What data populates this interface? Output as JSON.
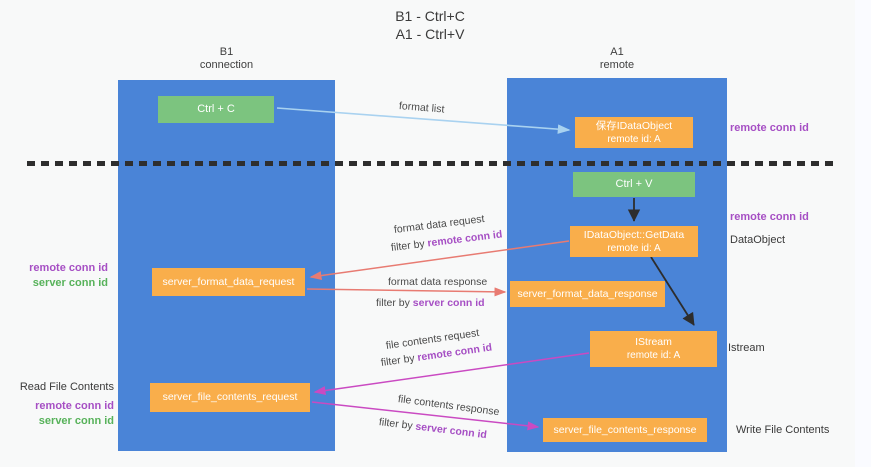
{
  "title": {
    "line1": "B1 - Ctrl+C",
    "line2": "A1 - Ctrl+V"
  },
  "lifelines": {
    "left": {
      "name": "B1",
      "role": "connection"
    },
    "right": {
      "name": "A1",
      "role": "remote"
    }
  },
  "nodes": {
    "ctrl_c": {
      "label": "Ctrl + C"
    },
    "ctrl_v": {
      "label": "Ctrl + V"
    },
    "save_dataobject": {
      "line1": "保存IDataObject",
      "line2": "remote id: A"
    },
    "getdata": {
      "line1": "IDataObject::GetData",
      "line2": "remote id: A"
    },
    "istream": {
      "line1": "IStream",
      "line2": "remote id: A"
    },
    "format_request": {
      "label": "server_format_data_request"
    },
    "format_response": {
      "label": "server_format_data_response"
    },
    "file_request": {
      "label": "server_file_contents_request"
    },
    "file_response": {
      "label": "server_file_contents_response"
    }
  },
  "flow_labels": {
    "format_list": "format list",
    "format_data_request": "format data request",
    "filter_remote_1": {
      "prefix": "filter by ",
      "highlight": "remote conn id"
    },
    "format_data_response": "format data response",
    "filter_server_1": {
      "prefix": "filter by ",
      "highlight": "server conn id"
    },
    "file_contents_request": "file contents request",
    "filter_remote_2": {
      "prefix": "filter by ",
      "highlight": "remote conn id"
    },
    "file_contents_response": "file contents response",
    "filter_server_2": {
      "prefix": "filter by ",
      "highlight": "server conn id"
    }
  },
  "side_labels": {
    "right_remote_conn_top": "remote conn id",
    "right_remote_conn_mid": "remote conn id",
    "dataobject": "DataObject",
    "istream": "Istream",
    "write_file_contents": "Write File Contents",
    "left_remote_conn_mid": "remote conn id",
    "left_server_conn_mid": "server conn id",
    "read_file_contents": "Read File Contents",
    "left_remote_conn_bottom": "remote conn id",
    "left_server_conn_bottom": "server conn id"
  },
  "colors": {
    "lifeline_blue": "#4a84d7",
    "node_green": "#7cc47f",
    "node_orange": "#f9ae4b",
    "purple_text": "#a64fc4",
    "green_text": "#57b25a",
    "arrow_lightblue": "#a9d2f0",
    "arrow_red": "#e87b72",
    "arrow_magenta": "#ca4ac2",
    "arrow_black": "#2d2d2d"
  }
}
